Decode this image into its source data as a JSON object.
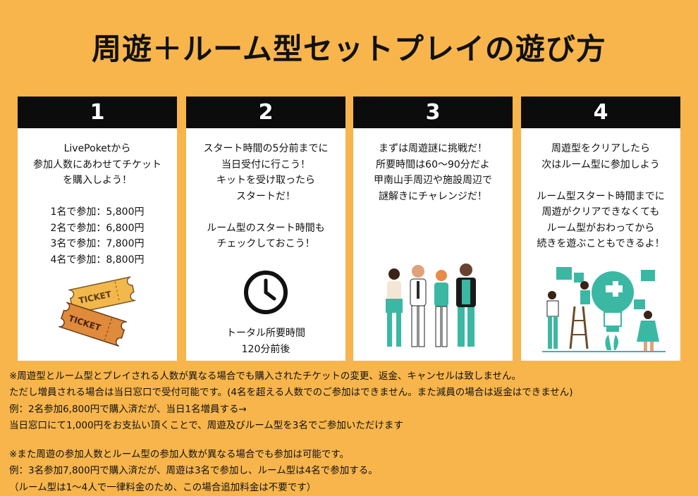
{
  "title": "周遊＋ルーム型セットプレイの遊び方",
  "cards": [
    {
      "number": "1",
      "lines": [
        "LivePoketから",
        "参加人数にあわせてチケット",
        "を購入しよう！",
        "",
        "1名で参加：5,800円",
        "2名で参加：6,800円",
        "3名で参加：7,800円",
        "4名で参加：8,800円"
      ],
      "ticket_text": "TICKET"
    },
    {
      "number": "2",
      "lines": [
        "スタート時間の5分前までに",
        "当日受付に行こう！",
        "キットを受け取ったら",
        "スタートだ！",
        "",
        "ルーム型のスタート時間も",
        "チェックしておこう！"
      ],
      "caption": [
        "トータル所要時間",
        "120分前後"
      ]
    },
    {
      "number": "3",
      "lines": [
        "まずは周遊謎に挑戦だ！",
        "所要時間は60〜90分だよ",
        "甲南山手周辺や施設周辺で",
        "謎解きにチャレンジだ！"
      ]
    },
    {
      "number": "4",
      "lines": [
        "周遊型をクリアしたら",
        "次はルーム型に参加しよう",
        "",
        "ルーム型スタート時間までに",
        "周遊がクリアできなくても",
        "ルーム型がおわってから",
        "続きを遊ぶこともできるよ！"
      ]
    }
  ],
  "notes": [
    "※周遊型とルーム型とプレイされる人数が異なる場合でも購入されたチケットの変更、返金、キャンセルは致しません。",
    "ただし増員される場合は当日窓口で受付可能です。(4名を超える人数でのご参加はできません。また減員の場合は返金はできません)",
    "例：2名参加6,800円で購入済だが、当日1名増員する→",
    "当日窓口にて1,000円をお支払い頂くことで、周遊及びルーム型を3名でご参加いただけます",
    "",
    "※また周遊の参加人数とルーム型の参加人数が異なる場合でも参加は可能です。",
    "例：3名参加7,800円で購入済だが、周遊は3名で参加し、ルーム型は4名で参加する。",
    "（ルーム型は1〜4人で一律料金のため、この場合追加料金は不要です）"
  ],
  "colors": {
    "background": "#f7b54b",
    "header": "#0c0c0c",
    "accent_teal": "#3bb8a3",
    "ticket_yellow": "#f2b84b",
    "ticket_orange": "#e08a3c"
  },
  "icons": [
    "clock-icon",
    "ticket-illustration",
    "people-illustration",
    "puzzle-lightbulb-illustration"
  ]
}
